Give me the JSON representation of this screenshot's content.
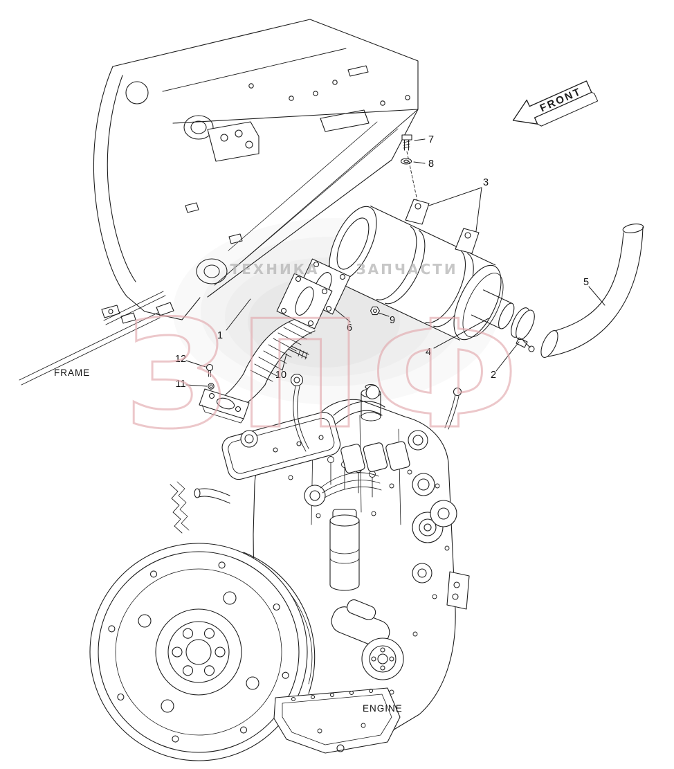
{
  "diagram": {
    "labels": {
      "front": "FRONT",
      "frame": "FRAME",
      "engine": "ENGINE"
    },
    "callouts": [
      {
        "n": "1"
      },
      {
        "n": "2"
      },
      {
        "n": "3"
      },
      {
        "n": "4"
      },
      {
        "n": "5"
      },
      {
        "n": "6"
      },
      {
        "n": "7"
      },
      {
        "n": "8"
      },
      {
        "n": "9"
      },
      {
        "n": "10"
      },
      {
        "n": "11"
      },
      {
        "n": "12"
      }
    ],
    "watermark": {
      "word_left": "ТЕХНИКА",
      "word_right": "ЗАПЧАСТИ",
      "big_letters": "ЗПФ"
    },
    "colors": {
      "background": "#ffffff",
      "line": "#1d1d1d",
      "watermark_pink": "#e2a9ad",
      "watermark_gray": "#b5b5b5",
      "watermark_shadow": "#dcdcdc"
    }
  }
}
